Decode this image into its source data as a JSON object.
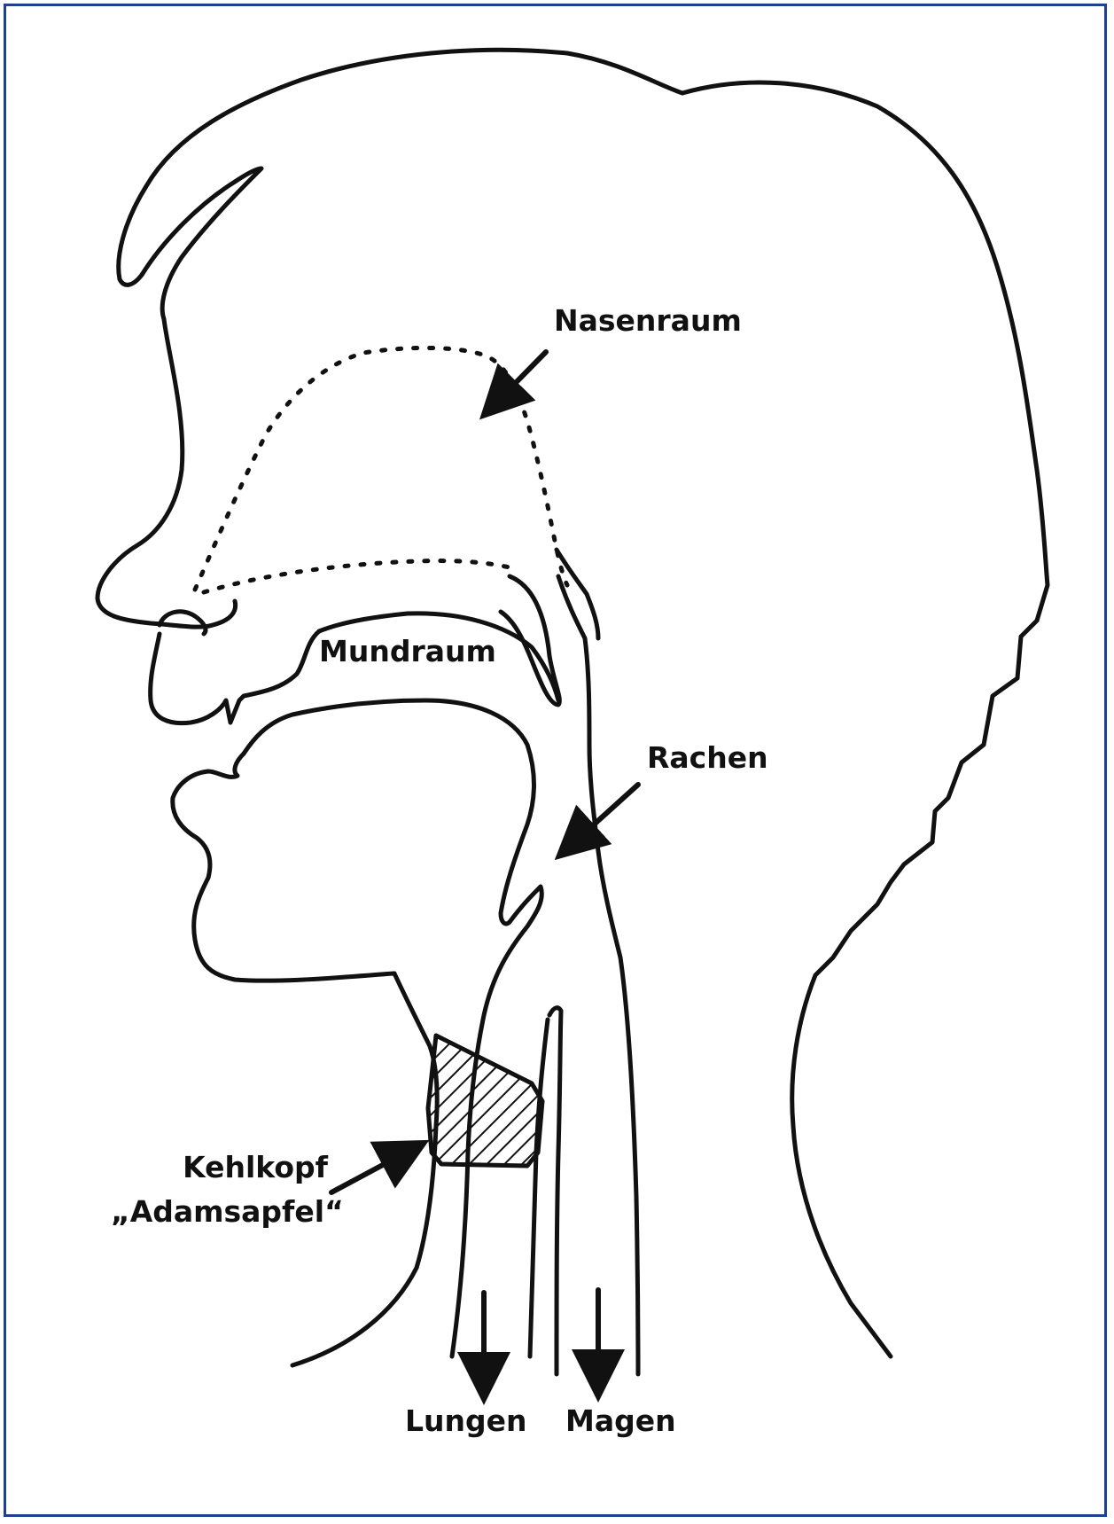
{
  "labels": {
    "nasenraum": "Nasenraum",
    "mundraum": "Mundraum",
    "rachen": "Rachen",
    "kehlkopf": "Kehlkopf",
    "adamsapfel": "„Adamsapfel“",
    "lungen": "Lungen",
    "magen": "Magen"
  },
  "colors": {
    "frame_border": "#1f3f8f",
    "ink": "#111111"
  }
}
